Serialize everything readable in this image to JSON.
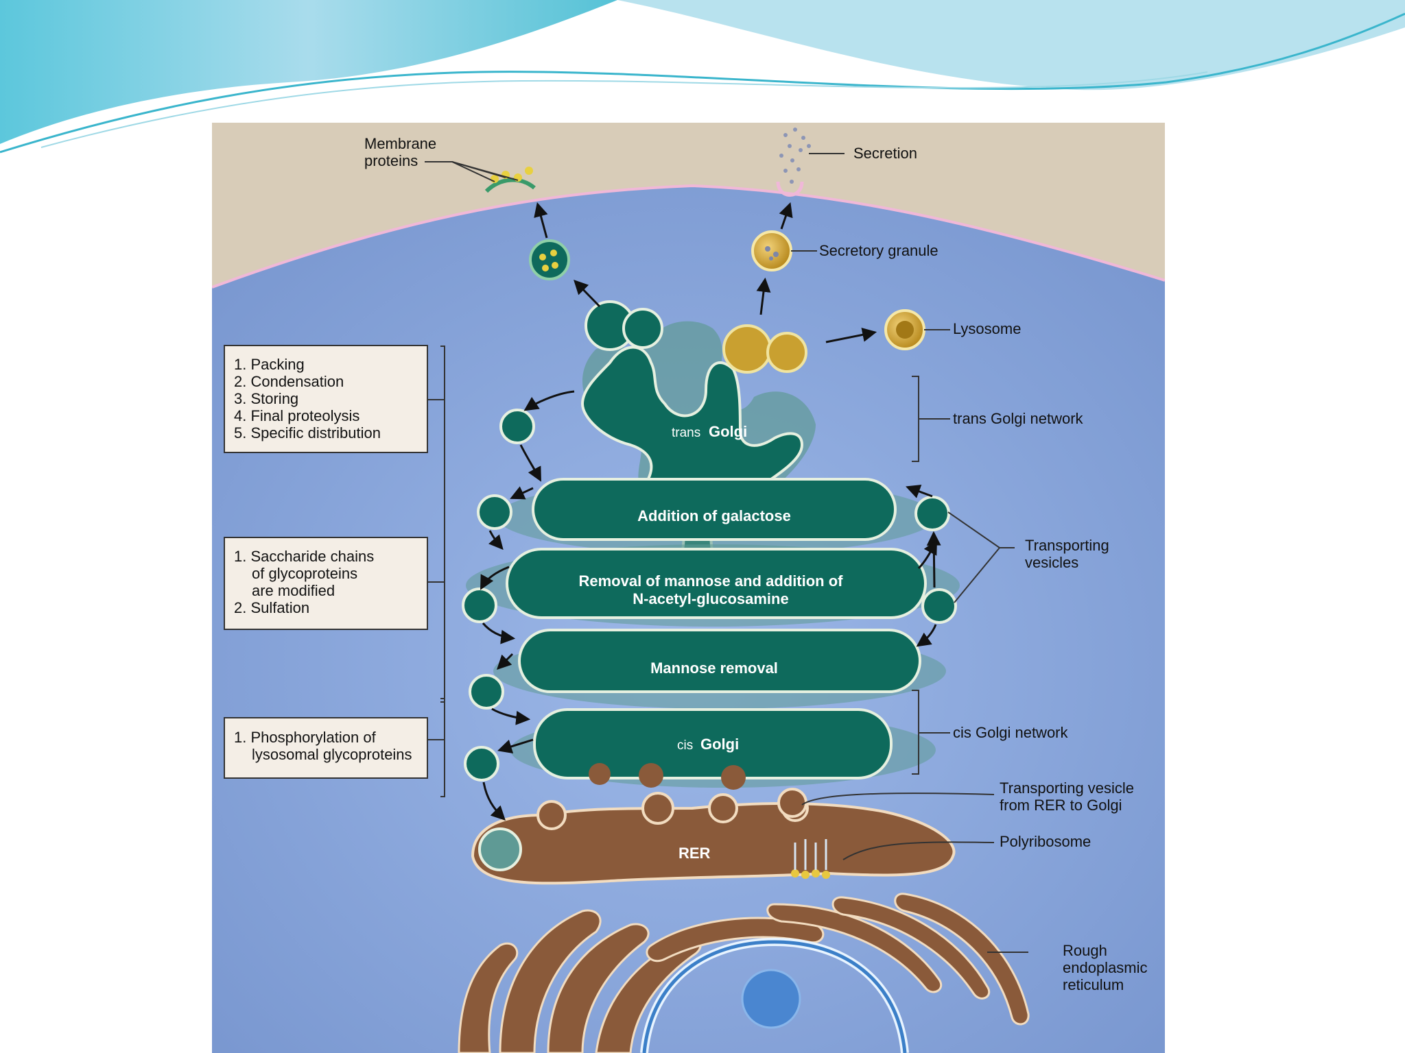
{
  "colors": {
    "cytoplasm": "#8aa7df",
    "membrane_exterior": "#d8ccb8",
    "golgi": "#0e6a5c",
    "golgi_halo": "#5f9a95",
    "rer": "#8a5a3a",
    "lysosome": "#c9a030",
    "header_wave": "#7fd0e0"
  },
  "labels": {
    "membrane_proteins_1": "Membrane",
    "membrane_proteins_2": "proteins",
    "secretion": "Secretion",
    "secretory_granule": "Secretory granule",
    "lysosome": "Lysosome",
    "trans_golgi_network": "trans Golgi network",
    "transporting_vesicles_1": "Transporting",
    "transporting_vesicles_2": "vesicles",
    "cis_golgi_network": "cis Golgi network",
    "transporting_vesicle_rer_1": "Transporting vesicle",
    "transporting_vesicle_rer_2": "from RER to Golgi",
    "polyribosome": "Polyribosome",
    "rough_er_1": "Rough",
    "rough_er_2": "endoplasmic",
    "rough_er_3": "reticulum",
    "rer": "RER"
  },
  "cisternae": {
    "trans_prefix": "trans",
    "trans_main": "Golgi",
    "galactose": "Addition of galactose",
    "mannose_nag_1": "Removal of mannose and addition of",
    "mannose_nag_2": "N-acetyl-glucosamine",
    "mannose_removal": "Mannose removal",
    "cis_prefix": "cis",
    "cis_main": "Golgi"
  },
  "boxes": {
    "trans_functions": [
      "1. Packing",
      "2. Condensation",
      "3. Storing",
      "4. Final proteolysis",
      "5. Specific distribution"
    ],
    "medial_functions": [
      "1. Saccharide chains",
      "of glycoproteins",
      "are modified",
      "2. Sulfation"
    ],
    "cis_functions": [
      "1. Phosphorylation of",
      "lysosomal glycoproteins"
    ]
  }
}
